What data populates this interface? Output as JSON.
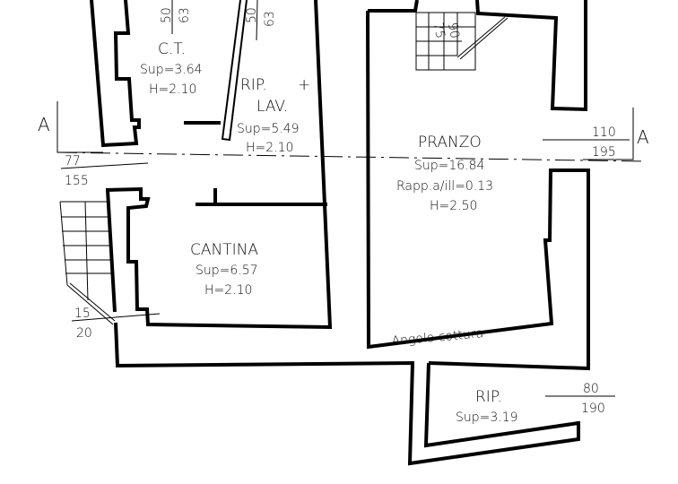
{
  "rooms": {
    "ct": {
      "name": "C.T.",
      "sup": "Sup=3.64",
      "h": "H=2.10"
    },
    "rip_lav": {
      "name1": "RIP.",
      "plus": "+",
      "name2": "LAV.",
      "sup": "Sup=5.49",
      "h": "H=2.10"
    },
    "cantina": {
      "name": "CANTINA",
      "sup": "Sup=6.57",
      "h": "H=2.10"
    },
    "pranzo": {
      "name": "PRANZO",
      "sup": "Sup=16.84",
      "rapp": "Rapp.a/ill=0.13",
      "h": "H=2.50",
      "note": "Angolo cottura"
    },
    "rip": {
      "name": "RIP.",
      "sup": "Sup=3.19"
    }
  },
  "dimensions": {
    "ct_window": [
      "50",
      "63"
    ],
    "riplav_window": [
      "50",
      "63"
    ],
    "left_door": [
      "77",
      "155"
    ],
    "stair_left": [
      "15",
      "20"
    ],
    "stair_top": [
      "75",
      "90"
    ],
    "pranzo_window": [
      "110",
      "195"
    ],
    "rip_window": [
      "80",
      "190"
    ]
  },
  "section": {
    "left": "A",
    "right": "A"
  }
}
